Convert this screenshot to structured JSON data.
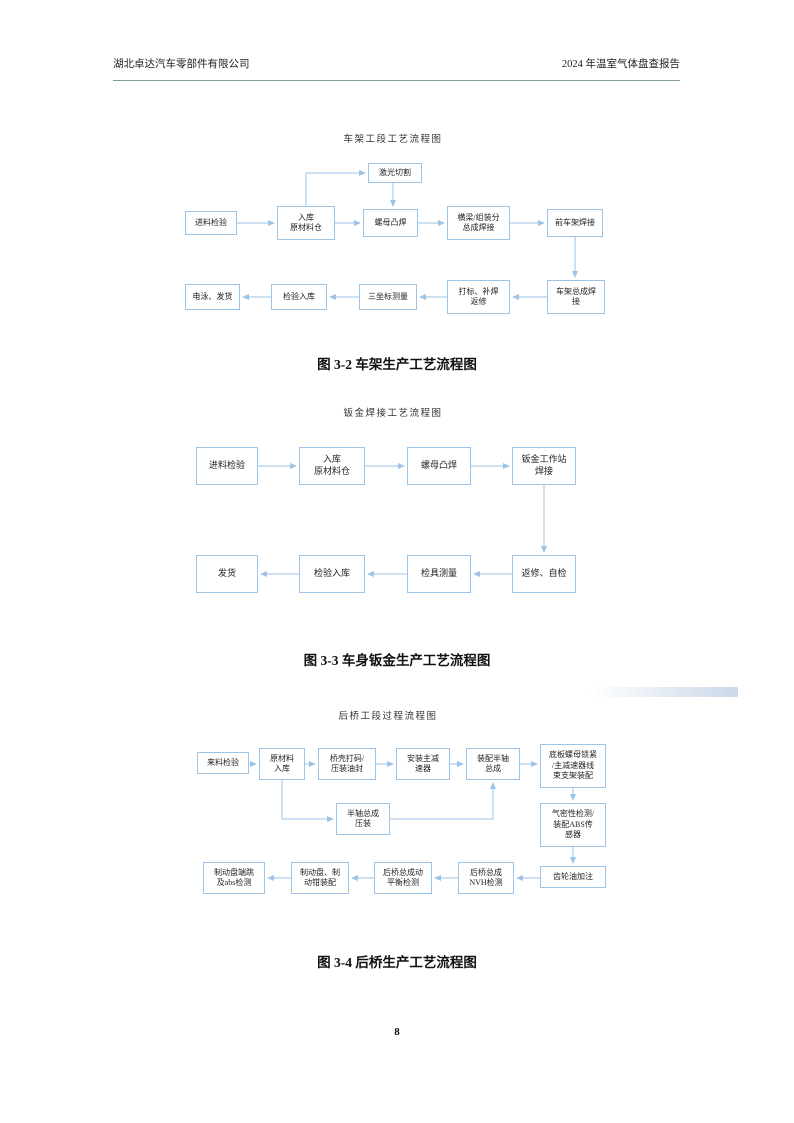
{
  "header": {
    "company": "湖北卓达汽车零部件有限公司",
    "report_title": "2024 年温室气体盘查报告"
  },
  "page_number": "8",
  "colors": {
    "box_border": "#9dc3e6",
    "arrow": "#9dc3e6",
    "header_rule": "#7fa392"
  },
  "charts": [
    {
      "type": "flowchart",
      "title": "车架工段工艺流程图",
      "caption": "图 3-2 车架生产工艺流程图",
      "nodes": [
        {
          "id": "laser-cutting",
          "label": "激光切割"
        },
        {
          "id": "incoming-inspection",
          "label": "进料检验"
        },
        {
          "id": "raw-material-warehouse",
          "label": "入库\n原材料仓"
        },
        {
          "id": "nut-projection-welding",
          "label": "螺母凸焊"
        },
        {
          "id": "crossbeam-subassembly-welding",
          "label": "横梁/组装分\n总成焊接"
        },
        {
          "id": "front-frame-welding",
          "label": "前车架焊接"
        },
        {
          "id": "frame-assembly-welding",
          "label": "车架总成焊\n接"
        },
        {
          "id": "marking-repair",
          "label": "打标、补焊\n返修"
        },
        {
          "id": "cmm-measurement",
          "label": "三坐标测量"
        },
        {
          "id": "inspection-storage",
          "label": "检验入库"
        },
        {
          "id": "ed-coating-shipping",
          "label": "电泳、发货"
        }
      ],
      "edges": [
        "进料检验 → 入库原材料仓",
        "入库原材料仓 → 激光切割",
        "激光切割 → 螺母凸焊",
        "入库原材料仓 → 螺母凸焊",
        "螺母凸焊 → 横梁/组装分总成焊接",
        "横梁/组装分总成焊接 → 前车架焊接",
        "前车架焊接 → 车架总成焊接",
        "车架总成焊接 → 打标、补焊返修",
        "打标、补焊返修 → 三坐标测量",
        "三坐标测量 → 检验入库",
        "检验入库 → 电泳、发货"
      ]
    },
    {
      "type": "flowchart",
      "title": "钣金焊接工艺流程图",
      "caption": "图 3-3 车身钣金生产工艺流程图",
      "nodes": [
        {
          "id": "incoming-inspection",
          "label": "进料检验"
        },
        {
          "id": "raw-material-warehouse",
          "label": "入库\n原材料仓"
        },
        {
          "id": "nut-projection-welding",
          "label": "螺母凸焊"
        },
        {
          "id": "sheet-metal-station-welding",
          "label": "钣金工作站\n焊接"
        },
        {
          "id": "repair-self-check",
          "label": "返修、自检"
        },
        {
          "id": "gauge-measurement",
          "label": "检具测量"
        },
        {
          "id": "inspection-storage",
          "label": "检验入库"
        },
        {
          "id": "shipping",
          "label": "发货"
        }
      ],
      "edges": [
        "进料检验 → 入库原材料仓",
        "入库原材料仓 → 螺母凸焊",
        "螺母凸焊 → 钣金工作站焊接",
        "钣金工作站焊接 → 返修、自检",
        "返修、自检 → 检具测量",
        "检具测量 → 检验入库",
        "检验入库 → 发货"
      ]
    },
    {
      "type": "flowchart",
      "title": "后桥工段过程流程图",
      "caption": "图 3-4 后桥生产工艺流程图",
      "nodes": [
        {
          "id": "incoming-material-inspection",
          "label": "来料检验"
        },
        {
          "id": "raw-material-storage",
          "label": "原材料\n入库"
        },
        {
          "id": "axle-housing-marking-oil-seal",
          "label": "桥壳打码/\n压装油封"
        },
        {
          "id": "install-main-reducer",
          "label": "安装主减\n速器"
        },
        {
          "id": "half-shaft-assembly-fit",
          "label": "装配半轴\n总成"
        },
        {
          "id": "base-plate-nut-locking",
          "label": "底板螺母锁紧\n/主减速器线\n束支架装配"
        },
        {
          "id": "half-shaft-press-fit",
          "label": "半轴总成\n压装"
        },
        {
          "id": "air-tightness-abs-sensor",
          "label": "气密性检测/\n装配ABS传\n感器"
        },
        {
          "id": "gear-oil-filling",
          "label": "齿轮油加注"
        },
        {
          "id": "rear-axle-nvh-test",
          "label": "后桥总成\nNVH检测"
        },
        {
          "id": "dynamic-balance-test",
          "label": "后桥总成动\n平衡检测"
        },
        {
          "id": "brake-disc-caliper-assembly",
          "label": "制动盘、制\n动钳装配"
        },
        {
          "id": "brake-disc-runout-abs-test",
          "label": "制动盘端跳\n及abs检测"
        }
      ],
      "edges": [
        "来料检验 → 原材料入库",
        "原材料入库 → 桥壳打码/压装油封",
        "桥壳打码/压装油封 → 安装主减速器",
        "安装主减速器 → 装配半轴总成",
        "装配半轴总成 → 底板螺母锁紧/主减速器线束支架装配",
        "原材料入库 → 半轴总成压装",
        "半轴总成压装 → 装配半轴总成",
        "底板螺母锁紧/主减速器线束支架装配 → 气密性检测/装配ABS传感器",
        "气密性检测/装配ABS传感器 → 齿轮油加注",
        "齿轮油加注 → 后桥总成NVH检测",
        "后桥总成NVH检测 → 后桥总成动平衡检测",
        "后桥总成动平衡检测 → 制动盘、制动钳装配",
        "制动盘、制动钳装配 → 制动盘端跳及abs检测"
      ]
    }
  ]
}
